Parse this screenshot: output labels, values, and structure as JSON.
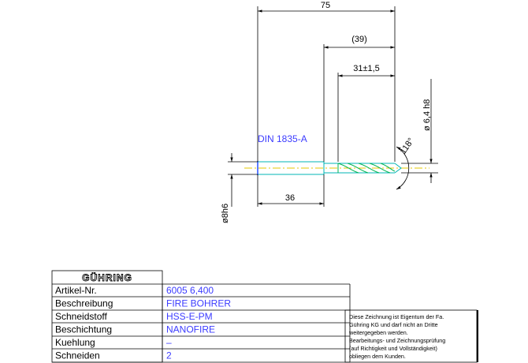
{
  "drawing": {
    "dimensions": {
      "overall_length": "75",
      "flute_length": "(39)",
      "cutting_length": "31±1,5",
      "shank_length": "36",
      "tool_diameter": "ø 6,4 h8",
      "shank_diameter": "ø8h6",
      "point_angle": "118°"
    },
    "shank_standard": "DIN 1835-A",
    "colors": {
      "line": "#000000",
      "outline": "#00b4b4",
      "centerline": "#e6c800",
      "flute": "#00b450",
      "text_blue": "#3c3cff"
    }
  },
  "title_block": {
    "logo": "GÜHRING",
    "rows": [
      {
        "label": "Artikel-Nr.",
        "value": "6005  6,400"
      },
      {
        "label": "Beschreibung",
        "value": "FIRE BOHRER"
      },
      {
        "label": "Schneidstoff",
        "value": "HSS-E-PM"
      },
      {
        "label": "Beschichtung",
        "value": "NANOFIRE"
      },
      {
        "label": "Kuehlung",
        "value": "–"
      },
      {
        "label": "Schneiden",
        "value": "2"
      }
    ],
    "note_lines": [
      "Diese Zeichnung ist Eigentum der Fa.",
      "Gühring KG und darf nicht an Dritte",
      "weitergegeben werden.",
      "Bearbeitungs- und Zeichnungsprüfung",
      "(auf Richtigkeit und Vollständigkeit)",
      "obliegen dem Kunden."
    ]
  }
}
